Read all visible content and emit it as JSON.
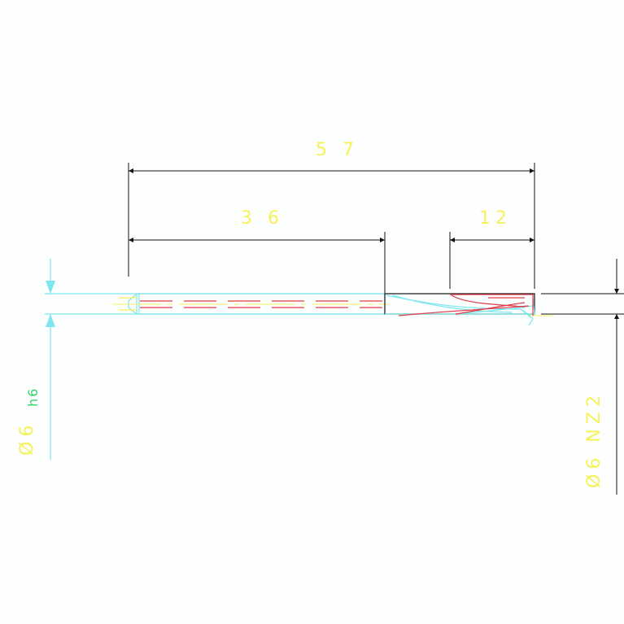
{
  "dimensions": {
    "total_length": "5 7",
    "shank_length": "3 6",
    "tip_length": "12",
    "shank_diameter": "Ø6",
    "shank_tolerance": "h6",
    "tip_diameter": "Ø6 NZ2"
  },
  "colors": {
    "background": "#fdfffe",
    "outline": "#7ee6ee",
    "dim_line": "#111111",
    "dim_text": "#f5f25a",
    "hidden_line": "#e03a4a",
    "center_line": "#f5f25a",
    "tolerance_text": "#34d26a"
  }
}
